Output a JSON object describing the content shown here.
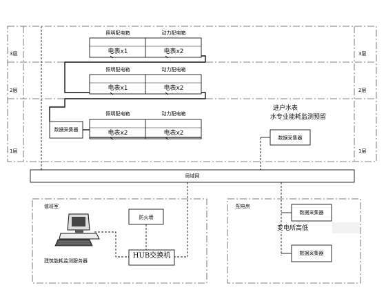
{
  "floors": {
    "f3": "3层",
    "f2": "2层",
    "f1": "1层"
  },
  "panels": {
    "lighting": "照明配电箱",
    "power": "动力配电箱"
  },
  "meters": {
    "x1": "电表x1",
    "x2": "电表x2"
  },
  "collector": "数据采集器",
  "water": {
    "line1": "进户水表",
    "line2": "水专业能耗监测预留",
    "collector": "数据采集器"
  },
  "lan": "局域网",
  "duty_room": {
    "title": "值班室",
    "firewall": "防火墙",
    "hub": "HUB交换机",
    "server": "建筑能耗监测服务器"
  },
  "power_room": {
    "title": "配电房",
    "collector_a": "数据采集器",
    "substation": "变电所高低",
    "collector_b": "数据采集器"
  }
}
